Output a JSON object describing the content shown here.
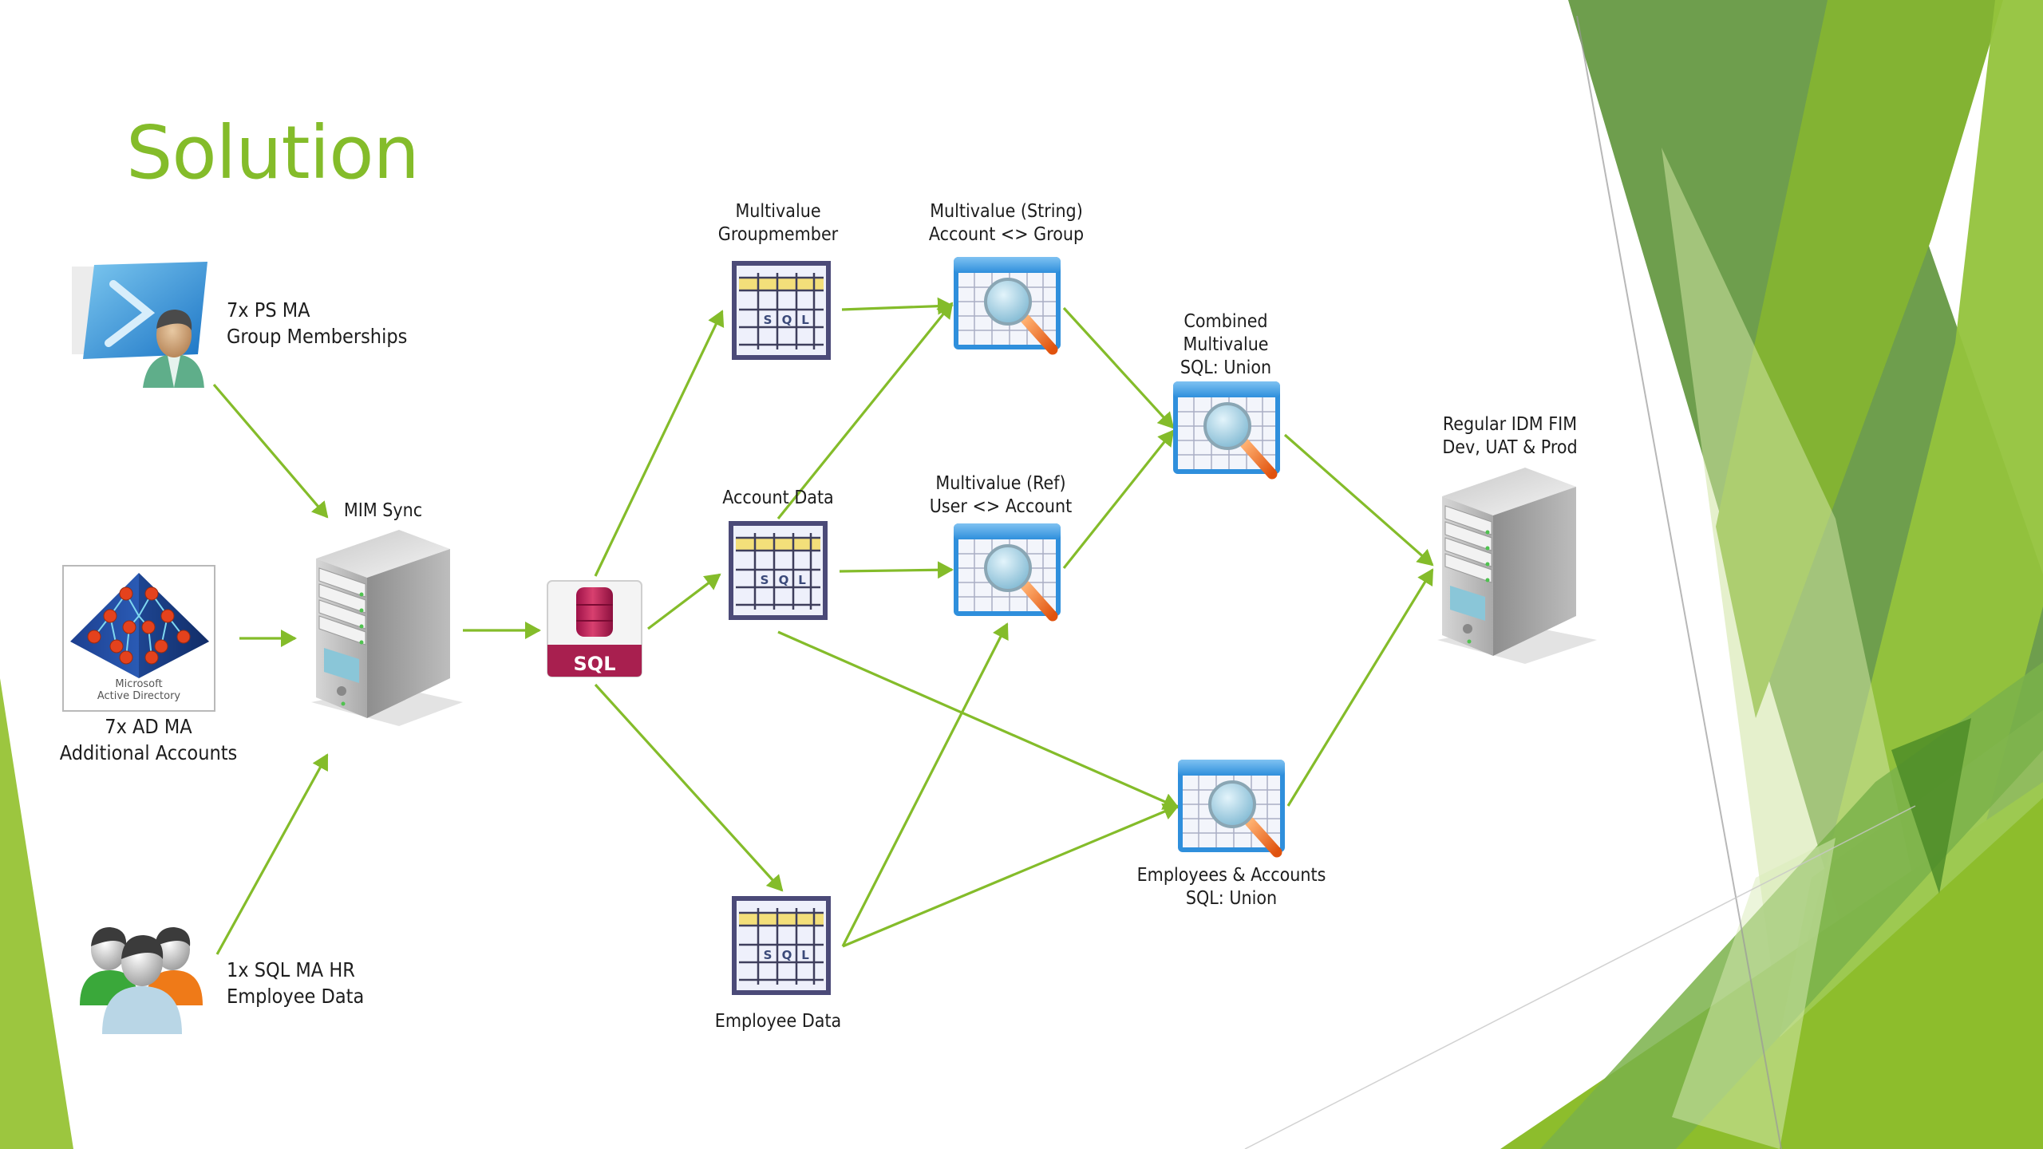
{
  "slide": {
    "title": "Solution",
    "accent_color": "#84bc2a",
    "arrow_color": "#84bc2a"
  },
  "sources": {
    "ps_ma": {
      "icon": "powershell-user-icon",
      "line1": "7x PS MA",
      "line2": "Group Memberships"
    },
    "ad_ma": {
      "icon": "active-directory-icon",
      "badge_line1": "Microsoft",
      "badge_line2": "Active Directory",
      "line1": "7x AD MA",
      "line2": "Additional Accounts"
    },
    "sql_ma": {
      "icon": "users-group-icon",
      "line1": "1x SQL MA HR",
      "line2": "Employee Data"
    }
  },
  "sync": {
    "label": "MIM Sync",
    "icon": "server-icon"
  },
  "database": {
    "label": "SQL",
    "icon": "sql-database-icon"
  },
  "tables": {
    "groupmember": {
      "line1": "Multivalue",
      "line2": "Groupmember",
      "icon": "sql-table-icon",
      "header_text": "SQL"
    },
    "account": {
      "line1": "Account Data",
      "icon": "sql-table-icon",
      "header_text": "SQL"
    },
    "employee": {
      "line1": "Employee Data",
      "icon": "sql-table-icon",
      "header_text": "SQL"
    }
  },
  "views": {
    "mv_string": {
      "line1": "Multivalue (String)",
      "line2": "Account <> Group",
      "icon": "table-search-icon"
    },
    "mv_ref": {
      "line1": "Multivalue (Ref)",
      "line2": "User <> Account",
      "icon": "table-search-icon"
    },
    "combined": {
      "line1": "Combined",
      "line2": "Multivalue",
      "line3": "SQL: Union",
      "icon": "table-search-icon"
    },
    "emp_acc": {
      "line1": "Employees & Accounts",
      "line2": "SQL: Union",
      "icon": "table-search-icon"
    }
  },
  "target": {
    "line1": "Regular IDM FIM",
    "line2": "Dev, UAT & Prod",
    "icon": "server-icon"
  },
  "connections": [
    {
      "from": "ps_ma",
      "to": "sync"
    },
    {
      "from": "ad_ma",
      "to": "sync"
    },
    {
      "from": "sql_ma",
      "to": "sync"
    },
    {
      "from": "sync",
      "to": "database"
    },
    {
      "from": "database",
      "to": "groupmember"
    },
    {
      "from": "database",
      "to": "account"
    },
    {
      "from": "database",
      "to": "employee"
    },
    {
      "from": "groupmember",
      "to": "mv_string"
    },
    {
      "from": "account",
      "to": "mv_string"
    },
    {
      "from": "account",
      "to": "mv_ref"
    },
    {
      "from": "account",
      "to": "emp_acc"
    },
    {
      "from": "employee",
      "to": "mv_ref"
    },
    {
      "from": "employee",
      "to": "emp_acc"
    },
    {
      "from": "mv_string",
      "to": "combined"
    },
    {
      "from": "mv_ref",
      "to": "combined"
    },
    {
      "from": "combined",
      "to": "target"
    },
    {
      "from": "emp_acc",
      "to": "target"
    }
  ]
}
